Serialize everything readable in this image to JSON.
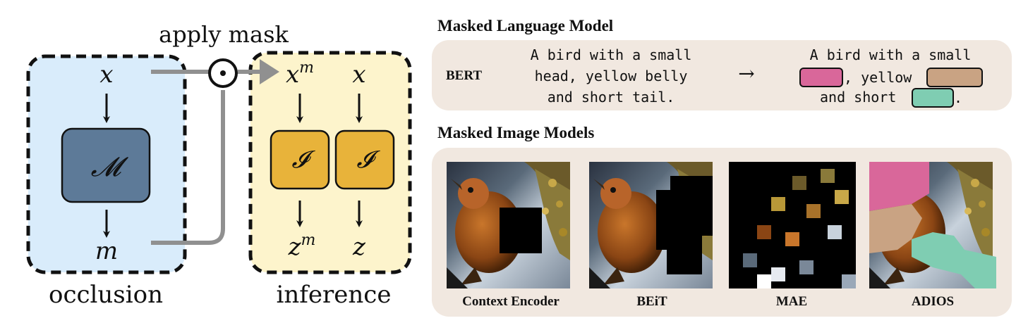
{
  "left_panel": {
    "apply_mask_label": "apply mask",
    "occlusion_label": "occlusion",
    "inference_label": "inference",
    "x_symbol": "x",
    "m_symbol": "m",
    "mask_net_symbol": "𝓜",
    "inference_net_symbol": "𝓘",
    "xm_base": "x",
    "xm_sup": "m",
    "x2_symbol": "x",
    "zm_base": "z",
    "zm_sup": "m",
    "z_symbol": "z",
    "operator_symbol": "⊙"
  },
  "mlm": {
    "heading": "Masked Language Model",
    "model_name": "BERT",
    "input_lines": [
      "A bird with a small",
      "head, yellow belly",
      "and short tail."
    ],
    "arrow": "→",
    "output_line1": "A bird with a small",
    "output_line2_text": ", yellow",
    "output_line3_text": "and short",
    "output_line3_end": "."
  },
  "mim": {
    "heading": "Masked Image Models",
    "methods": [
      "Context Encoder",
      "BEiT",
      "MAE",
      "ADIOS"
    ]
  },
  "colors": {
    "occlusion_bg": "#d9ecfb",
    "inference_bg": "#fdf4cc",
    "mask_net": "#5d7a98",
    "inference_net": "#e8b33a",
    "panel_bg": "#f1e8e0",
    "mask_pink": "#d9679a",
    "mask_tan": "#c9a383",
    "mask_teal": "#7fcdb2",
    "arrow_gray": "#909090"
  }
}
